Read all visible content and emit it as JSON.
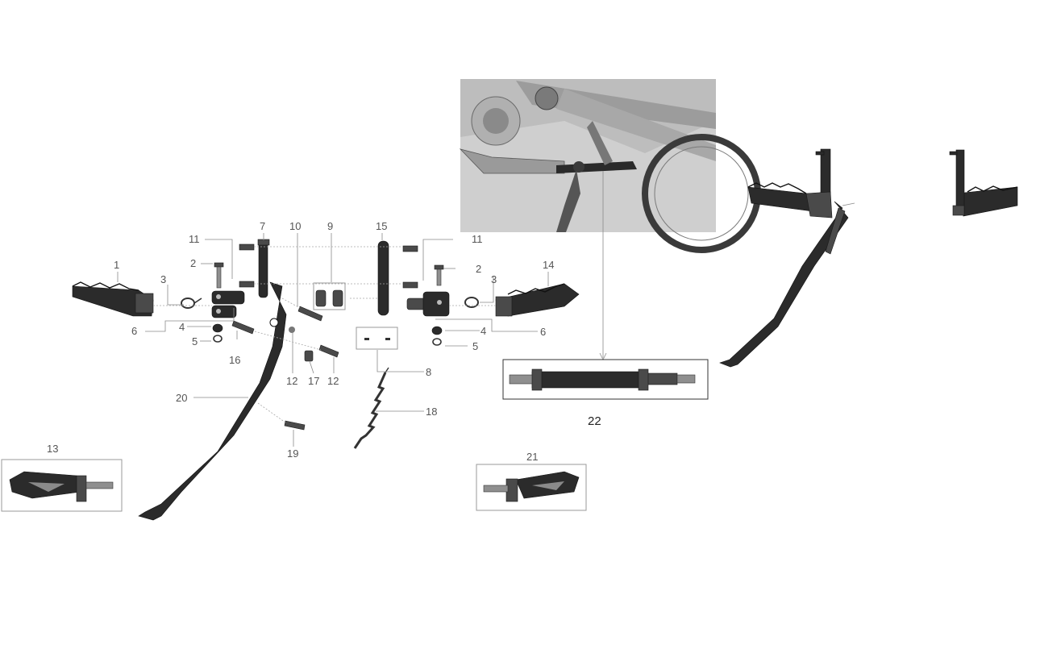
{
  "callouts": {
    "c1": "1",
    "c2a": "2",
    "c2b": "2",
    "c3a": "3",
    "c3b": "3",
    "c4a": "4",
    "c4b": "4",
    "c5a": "5",
    "c5b": "5",
    "c6a": "6",
    "c6b": "6",
    "c7": "7",
    "c8": "8",
    "c9": "9",
    "c10": "10",
    "c11a": "11",
    "c11b": "11",
    "c12a": "12",
    "c12b": "12",
    "c13": "13",
    "c14": "14",
    "c15": "15",
    "c16": "16",
    "c17": "17",
    "c18": "18",
    "c19": "19",
    "c20": "20",
    "c21": "21",
    "c22": "22"
  },
  "colors": {
    "part": "#2b2b2b",
    "leader": "#8a8a8a",
    "text": "#555555",
    "photo_bg": "#cfcfcf"
  }
}
